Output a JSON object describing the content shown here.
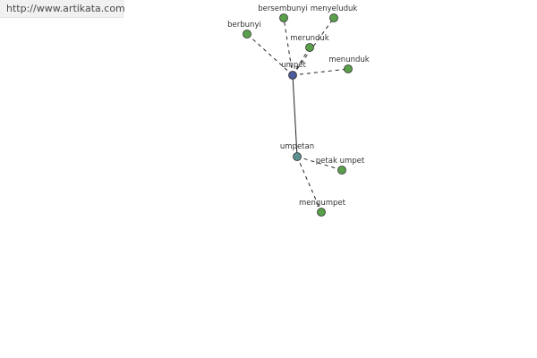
{
  "watermark": {
    "url": "http://www.artikata.com"
  },
  "colors": {
    "root_node": "#4a5a9a",
    "hub_node": "#5a9090",
    "leaf_node": "#5aa04a",
    "node_stroke": "#2f2f2f",
    "solid_edge": "#222222",
    "dashed_edge": "#222222"
  },
  "graph": {
    "nodes": [
      {
        "id": "umpet",
        "label": "umpet",
        "kind": "root"
      },
      {
        "id": "umpetan",
        "label": "umpetan",
        "kind": "hub"
      },
      {
        "id": "bersembunyi",
        "label": "bersembunyi",
        "kind": "leaf"
      },
      {
        "id": "menyeluduk",
        "label": "menyeluduk",
        "kind": "leaf"
      },
      {
        "id": "berbunyi",
        "label": "berbunyi",
        "kind": "leaf"
      },
      {
        "id": "merunduk",
        "label": "merunduk",
        "kind": "leaf"
      },
      {
        "id": "menunduk",
        "label": "menunduk",
        "kind": "leaf"
      },
      {
        "id": "petak-umpet",
        "label": "petak umpet",
        "kind": "leaf"
      },
      {
        "id": "mengumpet",
        "label": "mengumpet",
        "kind": "leaf"
      }
    ],
    "edges": [
      {
        "from": "umpet",
        "to": "umpetan",
        "style": "solid"
      },
      {
        "from": "umpet",
        "to": "bersembunyi",
        "style": "dashed"
      },
      {
        "from": "umpet",
        "to": "menyeluduk",
        "style": "dashed"
      },
      {
        "from": "umpet",
        "to": "berbunyi",
        "style": "dashed"
      },
      {
        "from": "umpet",
        "to": "merunduk",
        "style": "dashed"
      },
      {
        "from": "umpet",
        "to": "menunduk",
        "style": "dashed"
      },
      {
        "from": "umpetan",
        "to": "petak-umpet",
        "style": "dashed"
      },
      {
        "from": "umpetan",
        "to": "mengumpet",
        "style": "dashed"
      }
    ]
  }
}
